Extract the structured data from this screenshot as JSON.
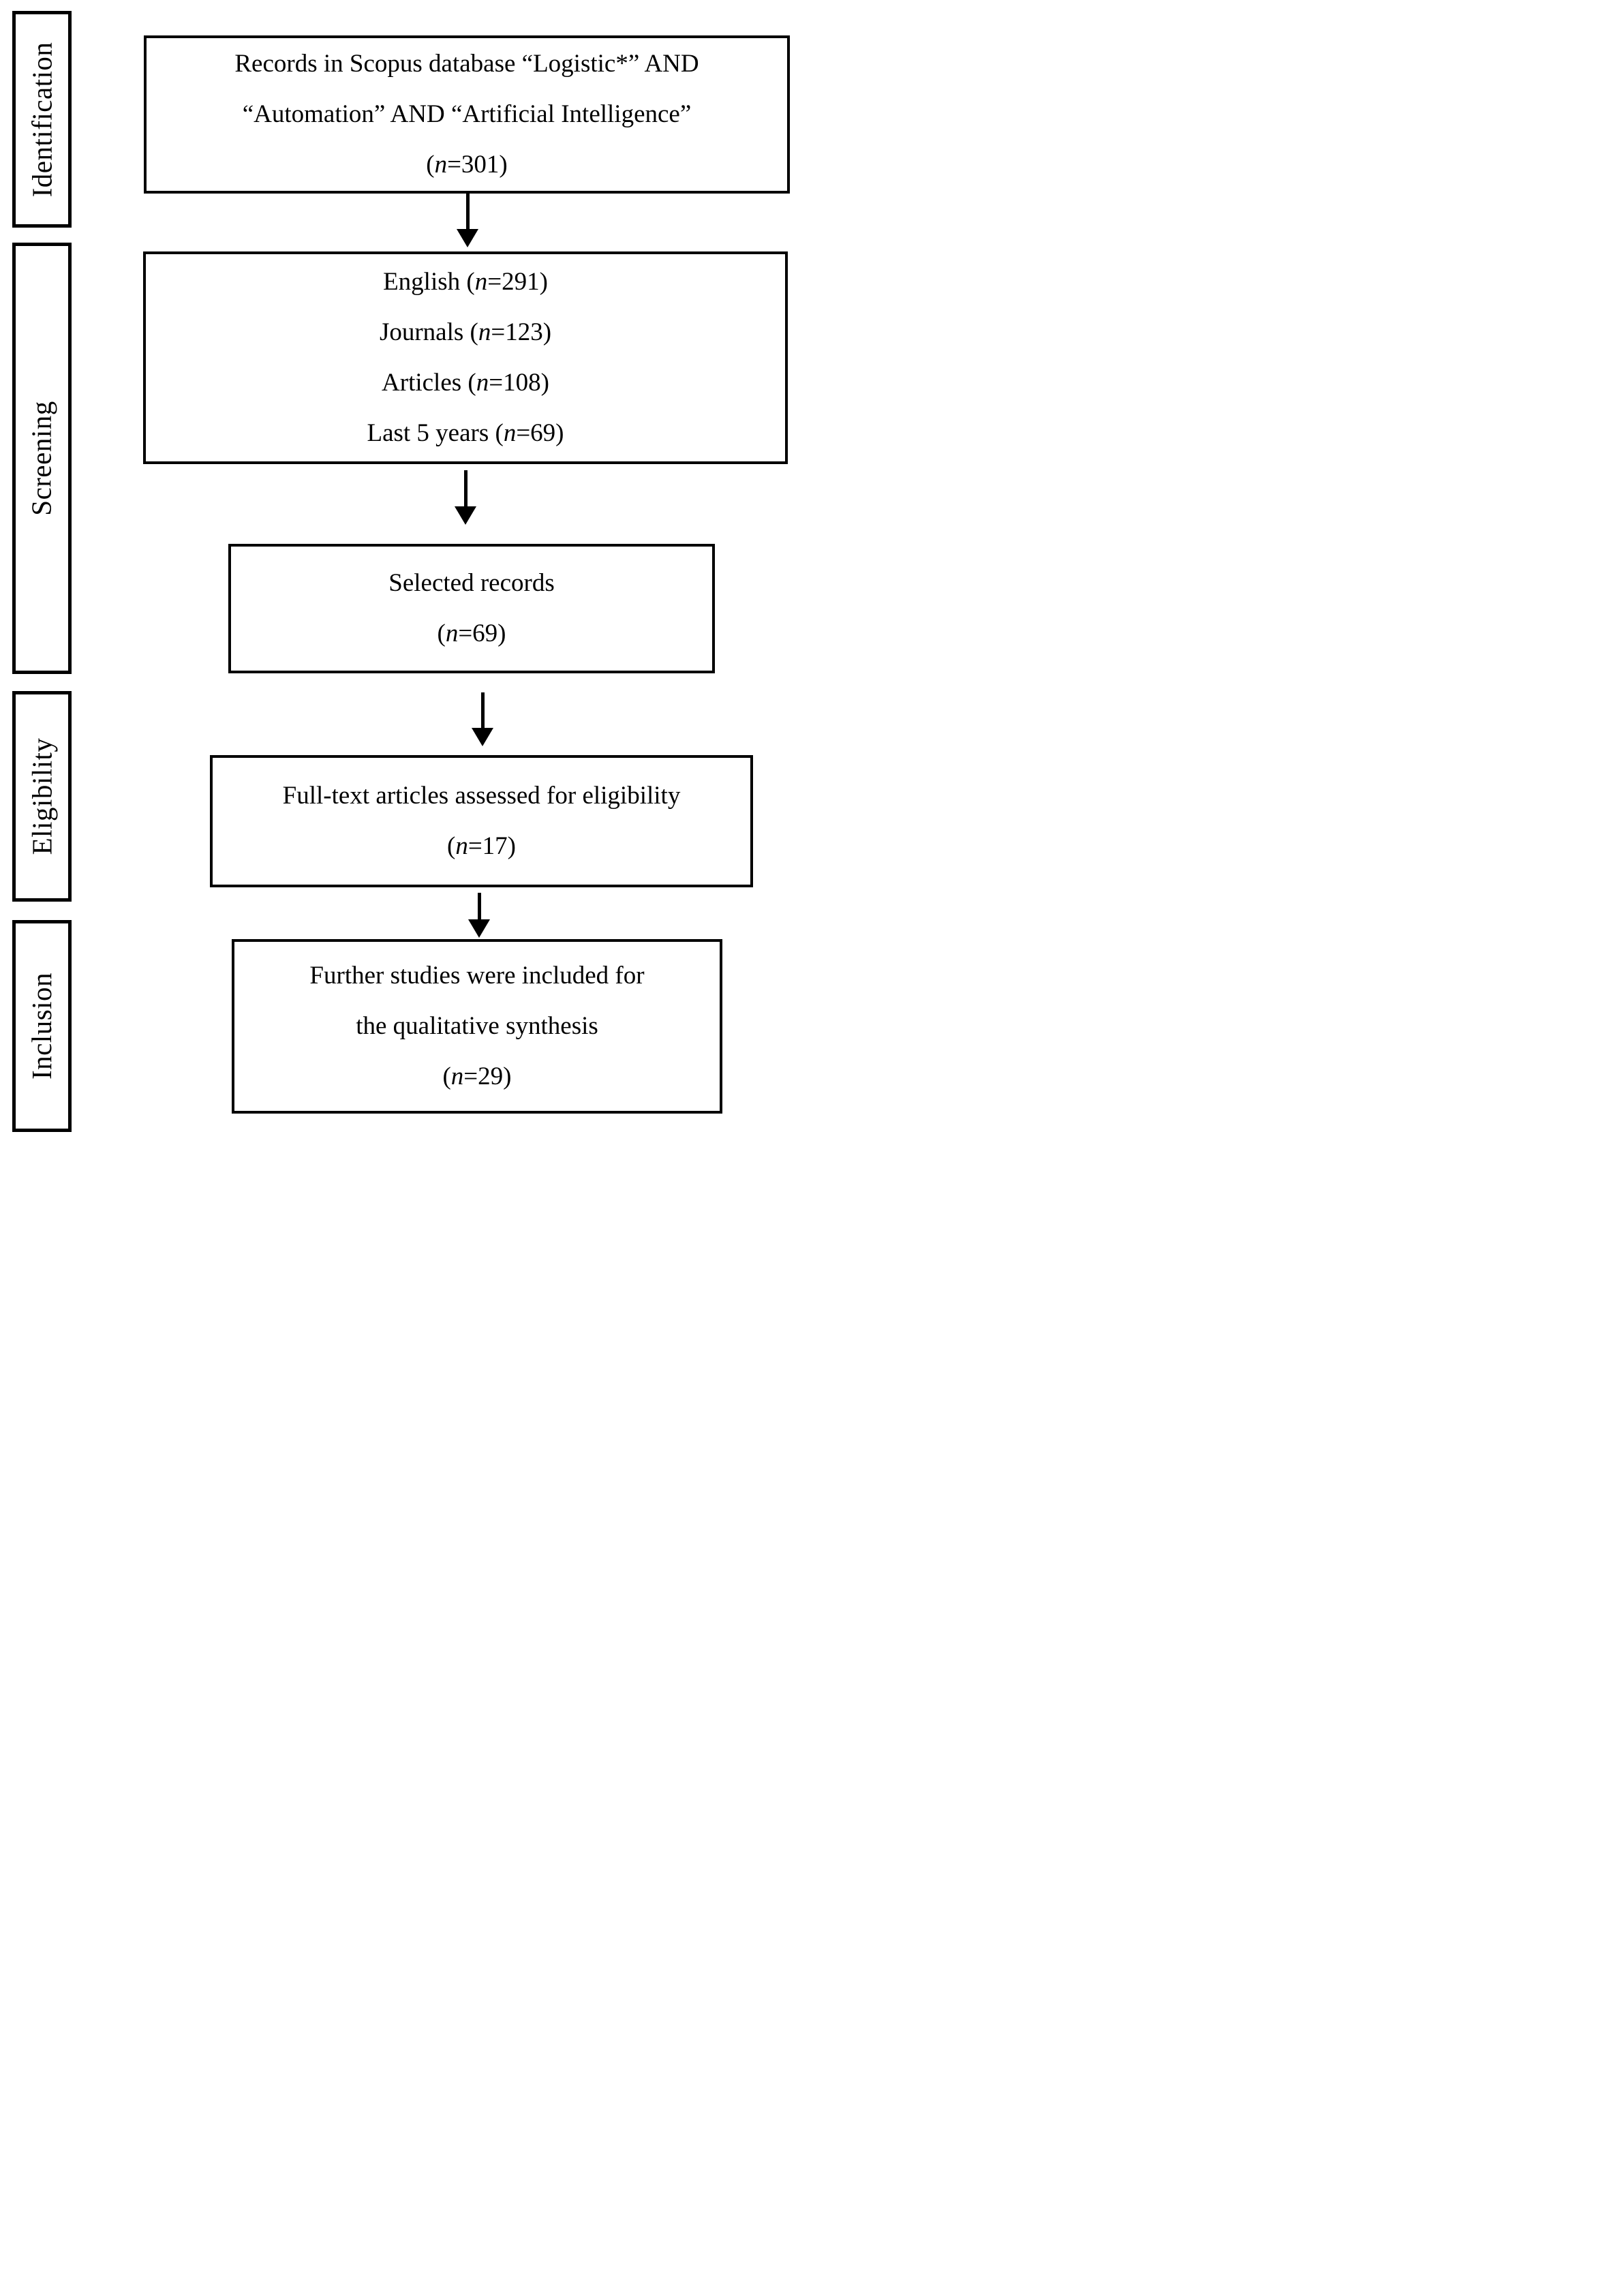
{
  "diagram": {
    "background_color": "#ffffff",
    "line_color": "#000000",
    "text_color": "#000000"
  },
  "stages": [
    {
      "label": "Identification"
    },
    {
      "label": "Screening"
    },
    {
      "label": "Eligibility"
    },
    {
      "label": "Inclusion"
    }
  ],
  "boxes": [
    {
      "name": "records",
      "lines": [
        "Records in Scopus database “Logistic*” AND",
        "“Automation” AND “Artificial Intelligence”",
        "(n=301)"
      ]
    },
    {
      "name": "filters",
      "lines": [
        "English (n=291)",
        "Journals (n=123)",
        "Articles (n=108)",
        "Last 5 years (n=69)"
      ]
    },
    {
      "name": "selected",
      "lines": [
        "Selected records",
        "(n=69)"
      ]
    },
    {
      "name": "fulltext",
      "lines": [
        "Full-text articles assessed for eligibility",
        "(n=17)"
      ]
    },
    {
      "name": "included",
      "lines": [
        "Further studies were included for",
        "the qualitative synthesis",
        "(n=29)"
      ]
    }
  ],
  "arrows": [
    {
      "from": "records",
      "to": "filters"
    },
    {
      "from": "filters",
      "to": "selected"
    },
    {
      "from": "selected",
      "to": "fulltext"
    },
    {
      "from": "fulltext",
      "to": "included"
    }
  ]
}
